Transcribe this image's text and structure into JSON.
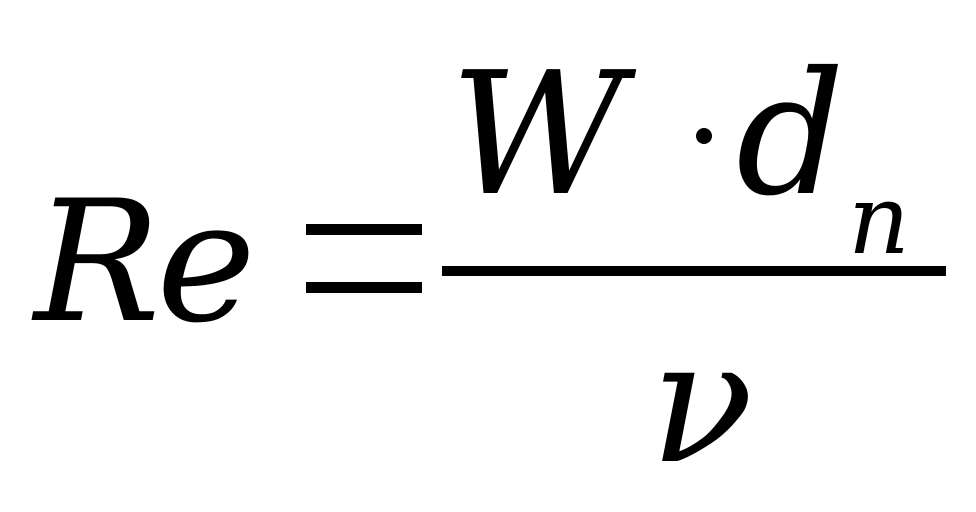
{
  "formula": {
    "lhs": "Re",
    "numerator": {
      "velocity": "W",
      "diameter": "d",
      "subscript": "n"
    },
    "denominator": "ν"
  },
  "colors": {
    "ink": "#000000",
    "background": "#ffffff"
  }
}
